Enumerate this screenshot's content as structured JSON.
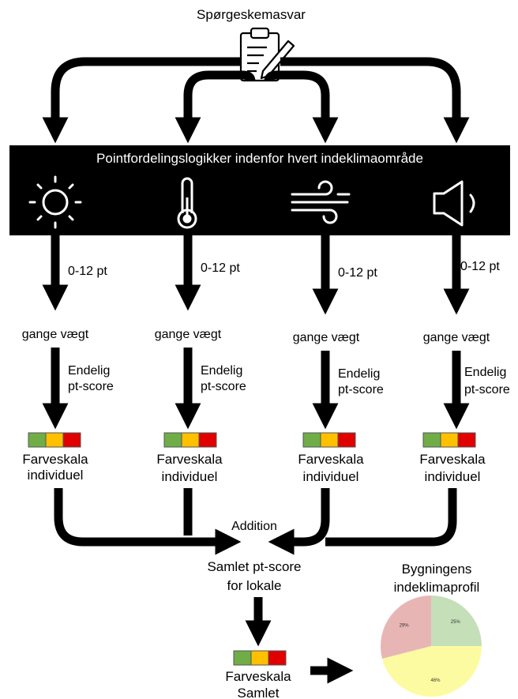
{
  "top_label": "Spørgeskemasvar",
  "banner_title": "Pointfordelingslogikker indenfor hvert indeklimaområde",
  "domains": [
    {
      "icon": "sun-icon",
      "points_label": "0-12 pt",
      "weight_label": "gange vægt",
      "score_label_1": "Endelig",
      "score_label_2": "pt-score",
      "scale_label_1": "Farveskala",
      "scale_label_2": "individuel"
    },
    {
      "icon": "thermometer-icon",
      "points_label": "0-12 pt",
      "weight_label": "gange vægt",
      "score_label_1": "Endelig",
      "score_label_2": "pt-score",
      "scale_label_1": "Farveskala",
      "scale_label_2": "individuel"
    },
    {
      "icon": "wind-icon",
      "points_label": "0-12 pt",
      "weight_label": "gange vægt",
      "score_label_1": "Endelig",
      "score_label_2": "pt-score",
      "scale_label_1": "Farveskala",
      "scale_label_2": "individuel"
    },
    {
      "icon": "speaker-icon",
      "points_label": "0-12 pt",
      "weight_label": "gange vægt",
      "score_label_1": "Endelig",
      "score_label_2": "pt-score",
      "scale_label_1": "Farveskala",
      "scale_label_2": "individuel"
    }
  ],
  "addition_label": "Addition",
  "total_label_1": "Samlet pt-score",
  "total_label_2": "for lokale",
  "total_scale_label_1": "Farveskala",
  "total_scale_label_2": "Samlet",
  "profile_title_1": "Bygningens",
  "profile_title_2": "indeklimaprofil",
  "scale_colors": [
    "#70ad47",
    "#ffc000",
    "#e00000"
  ],
  "chart_data": {
    "type": "pie",
    "slices": [
      {
        "label": "25%",
        "value": 25,
        "color": "#c5dfb9"
      },
      {
        "label": "46%",
        "value": 46,
        "color": "#fdfba2"
      },
      {
        "label": "29%",
        "value": 29,
        "color": "#e8b5b5"
      }
    ]
  }
}
